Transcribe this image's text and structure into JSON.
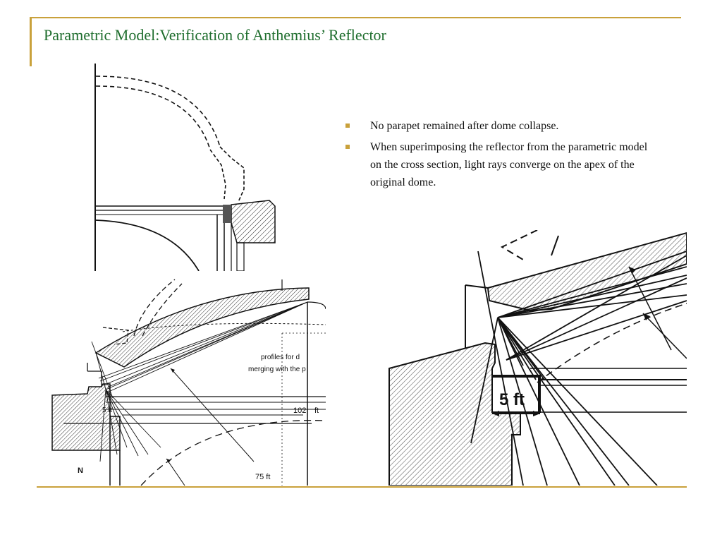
{
  "slide": {
    "title": "Parametric Model:Verification of Anthemius’ Reflector",
    "bullets": [
      "No parapet remained after dome collapse.",
      "When superimposing the reflector from the parametric model on the cross section, light rays converge on the apex of the original dome."
    ]
  },
  "figures": {
    "left": {
      "labels": {
        "profiles_line1": "profiles for d",
        "profiles_line2": "merging with the p",
        "dim_5ft": "5 ft",
        "dim_102": "102",
        "dim_102_unit": "ft",
        "dim_75ft": "75 ft",
        "north": "N"
      }
    },
    "right": {
      "labels": {
        "dim_5ft": "5 ft"
      }
    }
  },
  "colors": {
    "accent_gold": "#c9a13b",
    "title_green": "#1f6e2e"
  }
}
